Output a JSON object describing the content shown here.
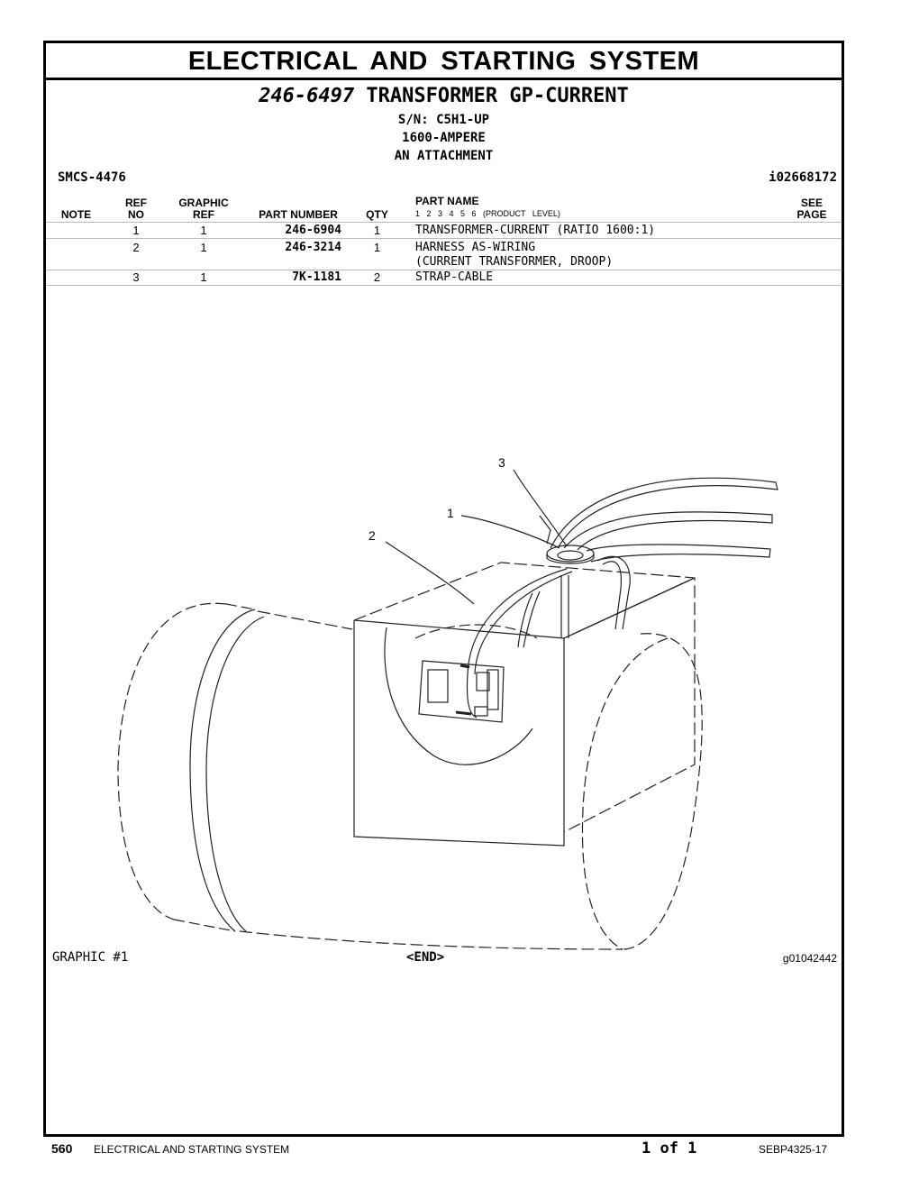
{
  "title": "ELECTRICAL AND STARTING SYSTEM",
  "group": {
    "part_number": "246-6497",
    "name": "TRANSFORMER GP-CURRENT",
    "serial": "S/N: C5H1-UP",
    "rating": "1600-AMPERE",
    "note": "AN ATTACHMENT"
  },
  "smcs": "SMCS-4476",
  "illustration_id": "i02668172",
  "table": {
    "headers": {
      "note": "NOTE",
      "ref_no_1": "REF",
      "ref_no_2": "NO",
      "graphic_ref_1": "GRAPHIC",
      "graphic_ref_2": "REF",
      "part_number": "PART NUMBER",
      "qty": "QTY",
      "part_name": "PART NAME",
      "product_levels": "1  2  3  4  5  6  (PRODUCT LEVEL)",
      "see_page_1": "SEE",
      "see_page_2": "PAGE"
    },
    "rows": [
      {
        "ref_no": "1",
        "graphic_ref": "1",
        "part_number": "246-6904",
        "qty": "1",
        "part_name": "TRANSFORMER-CURRENT (RATIO 1600:1)",
        "part_name_2": ""
      },
      {
        "ref_no": "2",
        "graphic_ref": "1",
        "part_number": "246-3214",
        "qty": "1",
        "part_name": "HARNESS AS-WIRING",
        "part_name_2": "(CURRENT TRANSFORMER, DROOP)"
      },
      {
        "ref_no": "3",
        "graphic_ref": "1",
        "part_number": "7K-1181",
        "qty": "2",
        "part_name": "STRAP-CABLE",
        "part_name_2": ""
      }
    ]
  },
  "drawing": {
    "callouts": [
      "3",
      "1",
      "2"
    ]
  },
  "graphic_label": "GRAPHIC #1",
  "end_label": "<END>",
  "graphic_id": "g01042442",
  "footer": {
    "page_number": "560",
    "section": "ELECTRICAL AND STARTING SYSTEM",
    "page_of": "1 of 1",
    "doc_id": "SEBP4325-17"
  }
}
